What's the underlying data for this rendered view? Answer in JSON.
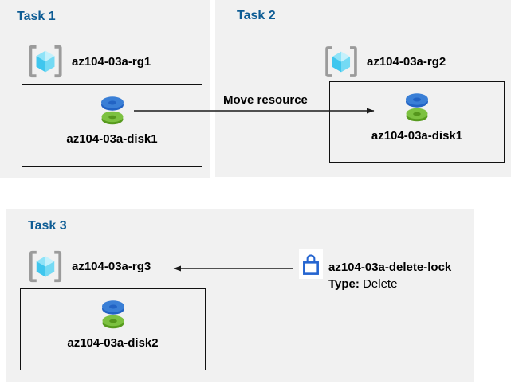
{
  "tasks": [
    {
      "title": "Task 1",
      "resource_group": "az104-03a-rg1",
      "resource": "az104-03a-disk1"
    },
    {
      "title": "Task 2",
      "resource_group": "az104-03a-rg2",
      "resource": "az104-03a-disk1"
    },
    {
      "title": "Task 3",
      "resource_group": "az104-03a-rg3",
      "resource": "az104-03a-disk2"
    }
  ],
  "annotations": {
    "move_label": "Move resource",
    "lock": {
      "name": "az104-03a-delete-lock",
      "type_label": "Type:",
      "type_value": "Delete"
    }
  },
  "icons": {
    "resource_group": "resource-group-icon",
    "disk": "disk-icon",
    "lock": "lock-icon"
  },
  "colors": {
    "panel_background": "#f1f1f1",
    "title_blue": "#0d5c94",
    "text": "#000000",
    "arrow": "#1a1a1a",
    "lock_blue": "#2565d0",
    "disk_blue_top": "#3a7fd6",
    "disk_blue_side": "#2263c4",
    "disk_green_top": "#7cc140",
    "disk_green_side": "#569a1d",
    "cube_cyan_light": "#c4f1fc",
    "cube_cyan_mid": "#8fe3f8",
    "cube_cyan_dark": "#3fc6ee",
    "bracket_gray": "#9b9b9b"
  }
}
